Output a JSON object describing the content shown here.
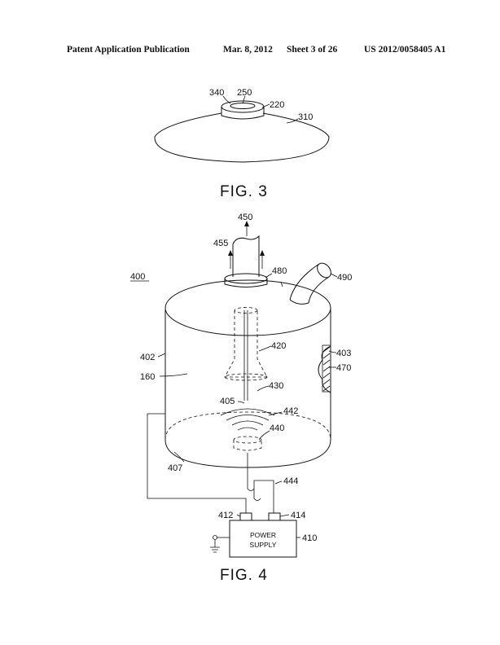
{
  "header": {
    "publication": "Patent Application Publication",
    "date": "Mar. 8, 2012",
    "sheet": "Sheet 3 of 26",
    "number": "US 2012/0058405 A1"
  },
  "fig3": {
    "caption": "FIG. 3",
    "labels": {
      "l340": "340",
      "l250": "250",
      "l220": "220",
      "l310": "310"
    }
  },
  "fig4": {
    "caption": "FIG. 4",
    "power_supply": {
      "line1": "POWER",
      "line2": "SUPPLY"
    },
    "labels": {
      "l450": "450",
      "l455": "455",
      "l480": "480",
      "l490": "490",
      "l400": "400",
      "l402": "402",
      "l160": "160",
      "l420": "420",
      "l403": "403",
      "l470": "470",
      "l430": "430",
      "l405": "405",
      "l442": "442",
      "l440": "440",
      "l407": "407",
      "l444": "444",
      "l412": "412",
      "l414": "414",
      "l410": "410"
    }
  }
}
